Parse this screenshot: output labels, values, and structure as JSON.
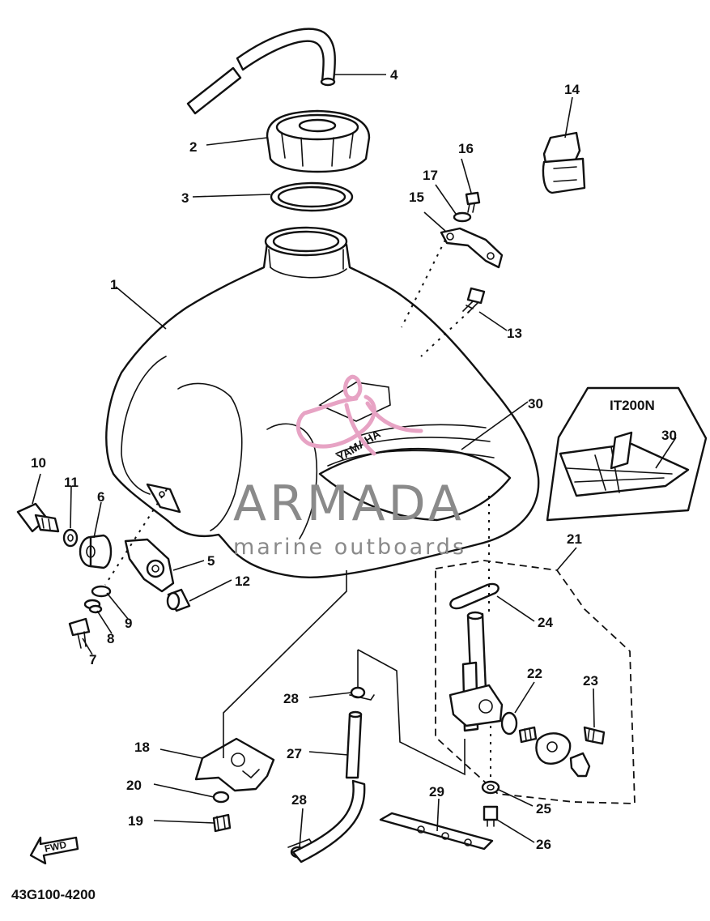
{
  "diagram": {
    "callouts": {
      "c1": "1",
      "c2": "2",
      "c3": "3",
      "c4": "4",
      "c5": "5",
      "c6": "6",
      "c7": "7",
      "c8": "8",
      "c9": "9",
      "c10": "10",
      "c11": "11",
      "c12": "12",
      "c13": "13",
      "c14": "14",
      "c15": "15",
      "c16": "16",
      "c17": "17",
      "c18": "18",
      "c19": "19",
      "c20": "20",
      "c21": "21",
      "c22": "22",
      "c23": "23",
      "c24": "24",
      "c25": "25",
      "c26": "26",
      "c27": "27",
      "c28a": "28",
      "c28b": "28",
      "c29": "29",
      "c30a": "30",
      "c30b": "30"
    },
    "inset_label": "IT200N",
    "tank_logo": "YAMAHA",
    "fwd_label": "FWD",
    "part_code": "43G100-4200"
  },
  "watermark": {
    "name": "ARMADA",
    "tagline": "marine outboards",
    "colors": {
      "text": "#8a8a8a",
      "logo": "#e7a3c4"
    }
  }
}
